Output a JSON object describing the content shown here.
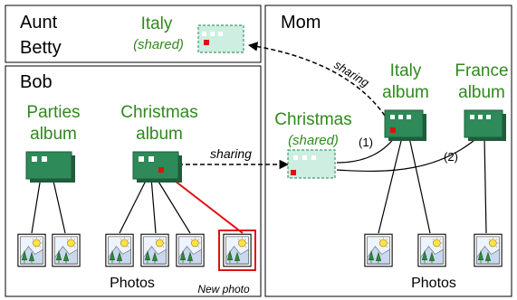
{
  "colors": {
    "album_dark": "#2e8a58",
    "album_shadow": "#1f5c3c",
    "shared_fill": "#cdeee0",
    "shared_border": "#3f9a6b",
    "label_green": "#2f8a1c",
    "highlight_red": "#e01010",
    "line": "#000000"
  },
  "aunt_betty": {
    "name_line1": "Aunt",
    "name_line2": "Betty",
    "album_line1": "Italy",
    "album_line2": "(shared)"
  },
  "mom": {
    "name": "Mom",
    "italy_line1": "Italy",
    "italy_line2": "album",
    "france_line1": "France",
    "france_line2": "album",
    "christmas_line1": "Christmas",
    "christmas_line2": "(shared)",
    "photos_label": "Photos",
    "edge_label_1": "(1)",
    "edge_label_2": "(2)"
  },
  "bob": {
    "name": "Bob",
    "parties_line1": "Parties",
    "parties_line2": "album",
    "christmas_line1": "Christmas",
    "christmas_line2": "album",
    "photos_label": "Photos",
    "new_photo_label": "New photo"
  },
  "sharing_label_top": "sharing",
  "sharing_label_mid": "sharing"
}
